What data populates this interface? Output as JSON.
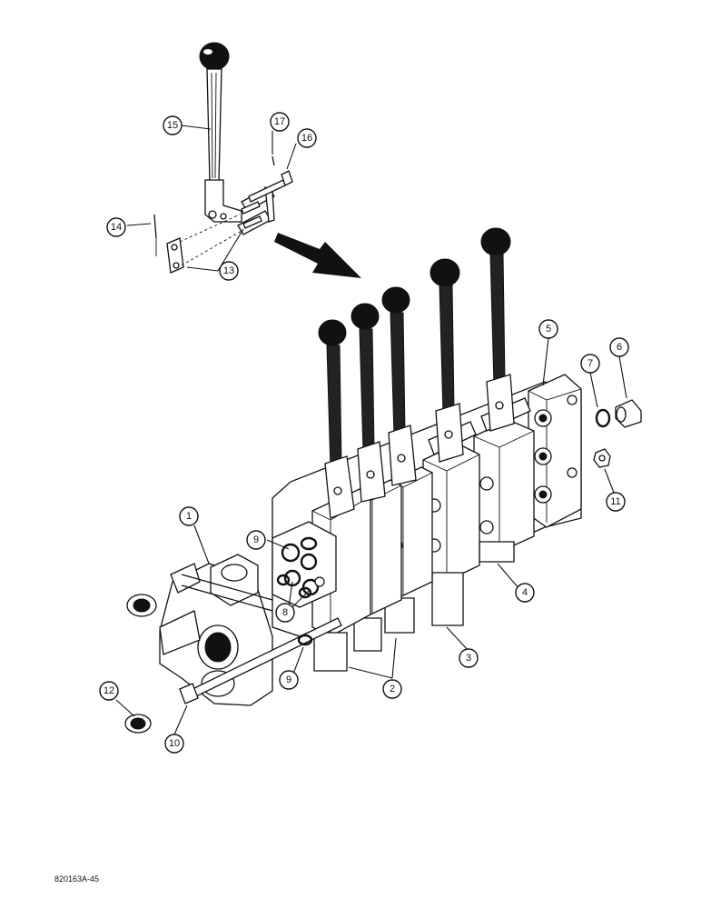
{
  "figure_code": "820163A-45",
  "callouts": [
    {
      "id": "c1",
      "label": "1"
    },
    {
      "id": "c2",
      "label": "2"
    },
    {
      "id": "c3",
      "label": "3"
    },
    {
      "id": "c4",
      "label": "4"
    },
    {
      "id": "c5",
      "label": "5"
    },
    {
      "id": "c6",
      "label": "6"
    },
    {
      "id": "c7",
      "label": "7"
    },
    {
      "id": "c8",
      "label": "8"
    },
    {
      "id": "c9a",
      "label": "9"
    },
    {
      "id": "c9b",
      "label": "9"
    },
    {
      "id": "c10",
      "label": "10"
    },
    {
      "id": "c11",
      "label": "11"
    },
    {
      "id": "c12",
      "label": "12"
    },
    {
      "id": "c13",
      "label": "13"
    },
    {
      "id": "c14",
      "label": "14"
    },
    {
      "id": "c15",
      "label": "15"
    },
    {
      "id": "c16",
      "label": "16"
    },
    {
      "id": "c17",
      "label": "17"
    }
  ]
}
